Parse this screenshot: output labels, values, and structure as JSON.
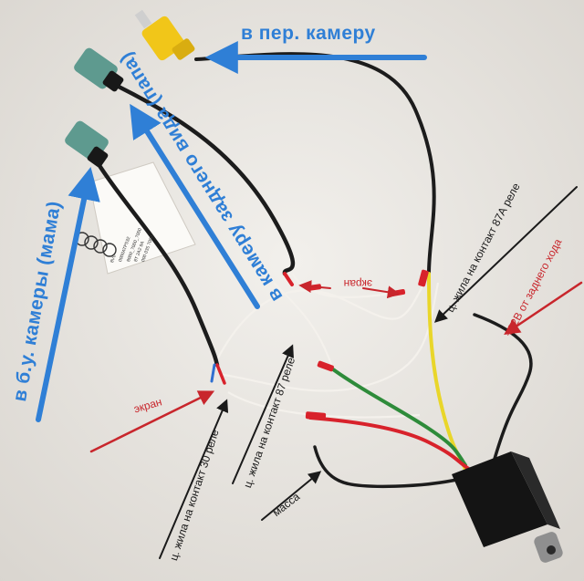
{
  "labels": {
    "rear_camera": "в пер. камеру",
    "rear_view_camera": "в камеру заднего вида (папа)",
    "used_camera": "в б.у. камеры (мама)",
    "screen_center": "экран",
    "screen_left": "экран",
    "relay_87a": "ц. жила на контакт 87А реле",
    "relay_87": "ц. жила на контакт 87 реле",
    "relay_30": "ц. жила на контакт 30 реле",
    "ground": "масса",
    "plus12v": "+12В от заднего хода"
  },
  "sticker": {
    "lines": [
      "8V0",
      "0000ATP532",
      "8000_7000_7000",
      "8T 2A2 9A",
      "000 035 7000"
    ]
  },
  "colors": {
    "label_blue": "#2f7fd6",
    "label_red": "#c8262c",
    "label_black": "#1a1a1a",
    "wire_black": "#1c1c1c",
    "wire_red": "#d8222b",
    "wire_yellow": "#e9d62a",
    "wire_green": "#2e8b3a",
    "wire_white": "#f4f1ec",
    "connector_teal": "#5e9a8f",
    "rca_yellow": "#f1c619",
    "relay_black": "#141414",
    "background": "#e9e6e1"
  }
}
